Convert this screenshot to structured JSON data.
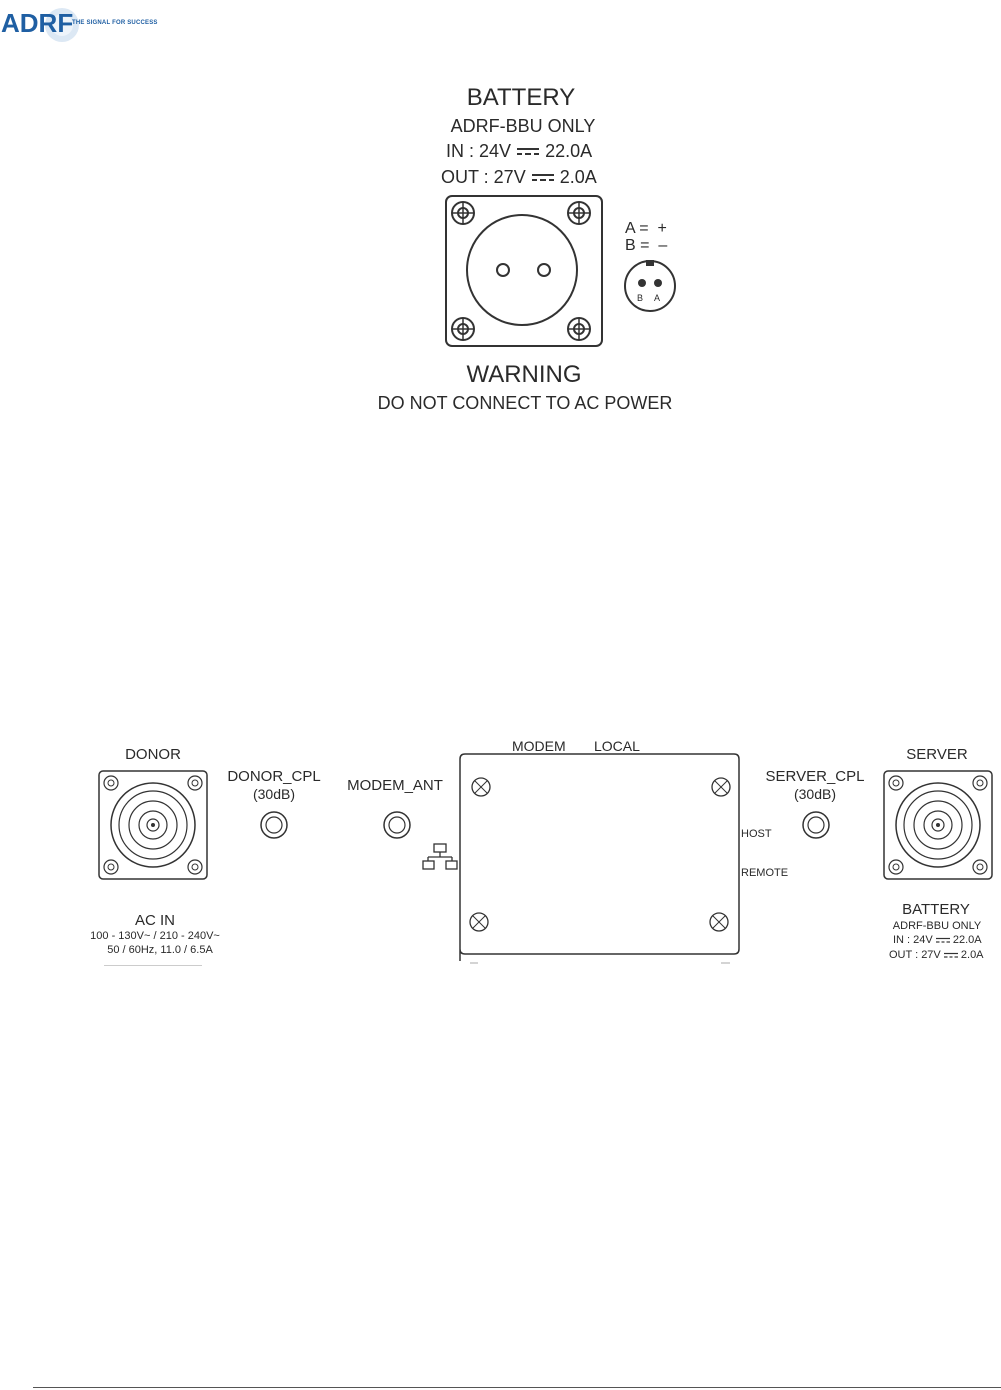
{
  "header": {
    "logo_text": "ADRF",
    "tagline": "THE SIGNAL FOR SUCCESS"
  },
  "battery_detail": {
    "title": "BATTERY",
    "model": "ADRF-BBU ONLY",
    "input": "IN : 24V",
    "input_current": "22.0A",
    "output": "OUT : 27V",
    "output_current": "2.0A",
    "pin_a": "A =  +",
    "pin_b": "B =  –",
    "pin_label_b": "B",
    "pin_label_a": "A",
    "warning_title": "WARNING",
    "warning_text": "DO NOT CONNECT TO AC POWER"
  },
  "panel": {
    "donor": "DONOR",
    "donor_cpl": "DONOR_CPL",
    "donor_cpl_db": "(30dB)",
    "modem_ant": "MODEM_ANT",
    "modem": "MODEM",
    "local": "LOCAL",
    "host": "HOST",
    "remote": "REMOTE",
    "server_cpl": "SERVER_CPL",
    "server_cpl_db": "(30dB)",
    "server": "SERVER",
    "ac_in": "AC IN",
    "ac_line1": "100 - 130V~ / 210 - 240V~",
    "ac_line2": "50 / 60Hz, 11.0 / 6.5A",
    "battery_title": "BATTERY",
    "battery_model": "ADRF-BBU ONLY",
    "battery_in": "IN : 24V",
    "battery_in_current": "22.0A",
    "battery_out": "OUT : 27V",
    "battery_out_current": "2.0A"
  },
  "colors": {
    "brand": "#1f5fa3",
    "line": "#333333"
  }
}
